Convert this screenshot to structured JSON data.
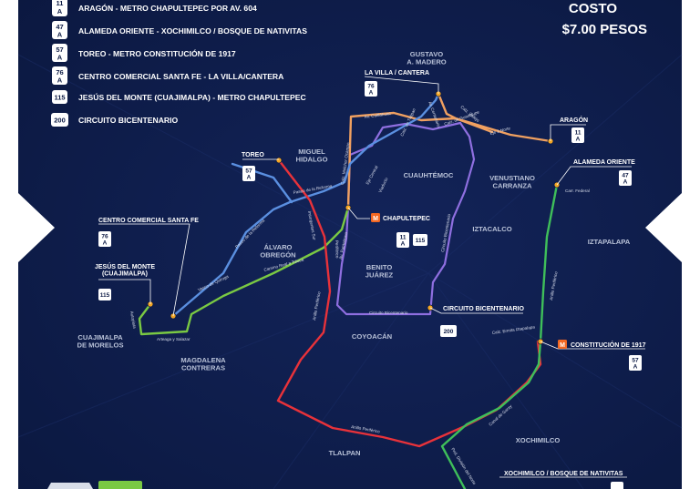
{
  "legend": [
    {
      "badge": [
        "11",
        "A"
      ],
      "text": "ARAGÓN - METRO CHAPULTEPEC POR AV. 604"
    },
    {
      "badge": [
        "47",
        "A"
      ],
      "text": "ALAMEDA ORIENTE - XOCHIMILCO / BOSQUE DE NATIVITAS"
    },
    {
      "badge": [
        "57",
        "A"
      ],
      "text": "TOREO - METRO CONSTITUCIÓN DE 1917"
    },
    {
      "badge": [
        "76",
        "A"
      ],
      "text": "CENTRO COMERCIAL SANTA FE - LA VILLA/CANTERA"
    },
    {
      "badge": [
        "115"
      ],
      "text": "JESÚS DEL MONTE (CUAJIMALPA) - METRO CHAPULTEPEC"
    },
    {
      "badge": [
        "200"
      ],
      "text": "CIRCUITO BICENTENARIO"
    }
  ],
  "fare": {
    "title": "COSTO",
    "value": "$7.00 PESOS"
  },
  "colors": {
    "background": "#0d1b45",
    "route_11a": "#f0a060",
    "route_47a": "#3fbf5a",
    "route_57a": "#e8323a",
    "route_76a": "#5a8fe0",
    "route_115": "#7ac943",
    "route_200": "#8f6fe0",
    "stop": "#f5a623",
    "metro": "#f26722"
  },
  "districts": [
    {
      "text": "GUSTAVO\nA. MADERO"
    },
    {
      "text": "MIGUEL\nHIDALGO"
    },
    {
      "text": "CUAUHTÉMOC"
    },
    {
      "text": "VENUSTIANO\nCARRANZA"
    },
    {
      "text": "IZTACALCO"
    },
    {
      "text": "IZTAPALAPA"
    },
    {
      "text": "ÁLVARO\nOBREGÓN"
    },
    {
      "text": "BENITO\nJUÁREZ"
    },
    {
      "text": "CUAJIMALPA\nDE MORELOS"
    },
    {
      "text": "MAGDALENA\nCONTRERAS"
    },
    {
      "text": "COYOACÁN"
    },
    {
      "text": "XOCHIMILCO"
    },
    {
      "text": "TLALPAN"
    }
  ],
  "terminals": [
    {
      "name": "LA VILLA / CANTERA",
      "badge": [
        "76",
        "A"
      ]
    },
    {
      "name": "ARAGÓN",
      "badge": [
        "11",
        "A"
      ]
    },
    {
      "name": "ALAMEDA ORIENTE",
      "badge": [
        "47",
        "A"
      ]
    },
    {
      "name": "TOREO",
      "badge": [
        "57",
        "A"
      ]
    },
    {
      "name": "CENTRO COMERCIAL SANTA FE",
      "badge": [
        "76",
        "A"
      ]
    },
    {
      "name": "JESÚS DEL MONTE\n(CUAJIMALPA)",
      "badge": [
        "115"
      ]
    },
    {
      "name": "CHAPULTEPEC",
      "badges": [
        [
          "11",
          "A"
        ],
        [
          "115"
        ]
      ]
    },
    {
      "name": "CIRCUITO BICENTENARIO",
      "badge": [
        "200"
      ]
    },
    {
      "name": "CONSTITUCIÓN DE 1917",
      "badge": [
        "57",
        "A"
      ]
    },
    {
      "name": "XOCHIMILCO / BOSQUE DE NATIVITAS"
    }
  ],
  "streets": [
    "Av. Centenario",
    "Calz. Vallejo",
    "Calz. de Guadalupe",
    "Eje 3 Norte",
    "Av. Cuitláhuac",
    "Calz. Melchor Ocampo",
    "Paseo de la Reforma",
    "Eje Central",
    "Paseo de la Reforma",
    "Viaducto",
    "Insurgentes Sur",
    "Periférico",
    "Av. Patriotismo",
    "Circuito Bicentenario",
    "Circuito Bicentenario",
    "Calz. Ermita Iztapalapa",
    "Anillo Periférico",
    "Calz. de Tlalpan",
    "Canal de Garay",
    "Anillo Periférico",
    "Prol. División del Norte",
    "Vasco de Quiroga",
    "Arteaga y Salazar",
    "Camino Real a Toluca",
    "Autopista",
    "Anillo Periférico",
    "Carr. Federal"
  ]
}
